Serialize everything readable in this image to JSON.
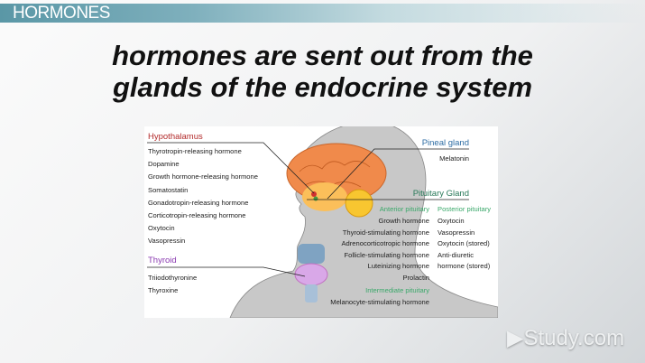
{
  "header": {
    "title": "HORMONES"
  },
  "headline": {
    "line1": "hormones are sent out from the",
    "line2": "glands of the endocrine system"
  },
  "diagram": {
    "hypothalamus": {
      "title": "Hypothalamus",
      "items": [
        "Thyrotropin-releasing hormone",
        "Dopamine",
        "Growth hormone-releasing hormone",
        "Somatostatin",
        "Gonadotropin-releasing hormone",
        "Corticotropin-releasing hormone",
        "Oxytocin",
        "Vasopressin"
      ]
    },
    "thyroid": {
      "title": "Thyroid",
      "items": [
        "Triiodothyronine",
        "Thyroxine"
      ]
    },
    "pineal": {
      "title": "Pineal gland",
      "items": [
        "Melatonin"
      ]
    },
    "pituitary": {
      "title": "Pituitary Gland",
      "anterior": {
        "title": "Anterior pituitary",
        "items": [
          "Growth hormone",
          "Thyroid-stimulating hormone",
          "Adrenocorticotropic hormone",
          "Follicle-stimulating hormone",
          "Luteinizing hormone",
          "Prolactin"
        ]
      },
      "posterior": {
        "title": "Posterior pituitary",
        "items": [
          "Oxytocin",
          "Vasopressin",
          "Oxytocin (stored)",
          "Anti-diuretic",
          "hormone (stored)"
        ]
      },
      "intermediate": {
        "title": "Intermediate pituitary",
        "items": [
          "Melanocyte-stimulating hormone"
        ]
      }
    }
  },
  "colors": {
    "hypothalamus": "#b22a2a",
    "thyroid": "#8a3ab0",
    "pineal": "#2e6da4",
    "pituitary": "#2a7a5a",
    "subhead": "#3aa86a"
  },
  "logo": {
    "text": "Study.com"
  }
}
